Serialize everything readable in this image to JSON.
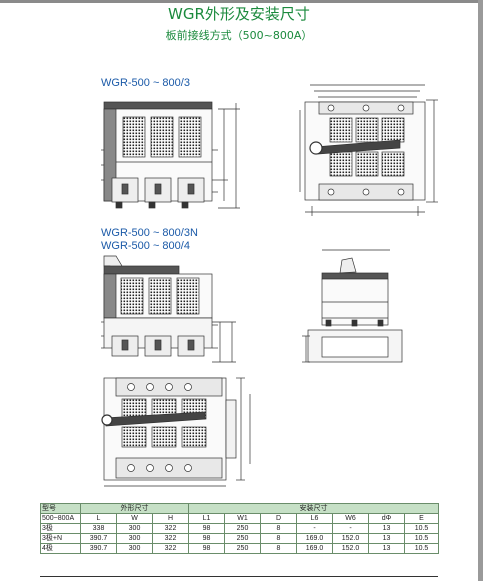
{
  "title": "WGR外形及安装尺寸",
  "subtitle": "板前接线方式（500~800A）",
  "models": {
    "m3": "WGR-500 ~ 800/3",
    "m3n": "WGR-500 ~ 800/3N",
    "m4": "WGR-500 ~ 800/4"
  },
  "table": {
    "header_top": [
      "型号",
      "外形尺寸",
      "安装尺寸"
    ],
    "header_cols": [
      "500~800A",
      "L",
      "W",
      "H",
      "L1",
      "W1",
      "D",
      "L6",
      "W6",
      "dΦ",
      "E"
    ],
    "rows": [
      [
        "3极",
        "338",
        "300",
        "322",
        "98",
        "250",
        "8",
        "-",
        "-",
        "13",
        "10.5"
      ],
      [
        "3极+N",
        "390.7",
        "300",
        "322",
        "98",
        "250",
        "8",
        "169.0",
        "152.0",
        "13",
        "10.5"
      ],
      [
        "4极",
        "390.7",
        "300",
        "322",
        "98",
        "250",
        "8",
        "169.0",
        "152.0",
        "13",
        "10.5"
      ]
    ]
  }
}
